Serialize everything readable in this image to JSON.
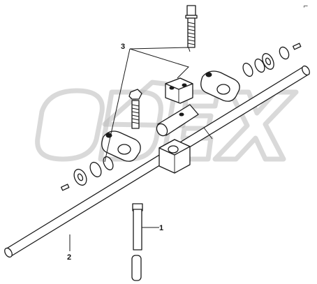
{
  "diagram": {
    "callouts": [
      {
        "id": "1",
        "label": "1"
      },
      {
        "id": "2",
        "label": "2"
      },
      {
        "id": "3",
        "label": "3"
      }
    ],
    "watermark_text": "ODEX",
    "corner_mark": "⌐"
  }
}
